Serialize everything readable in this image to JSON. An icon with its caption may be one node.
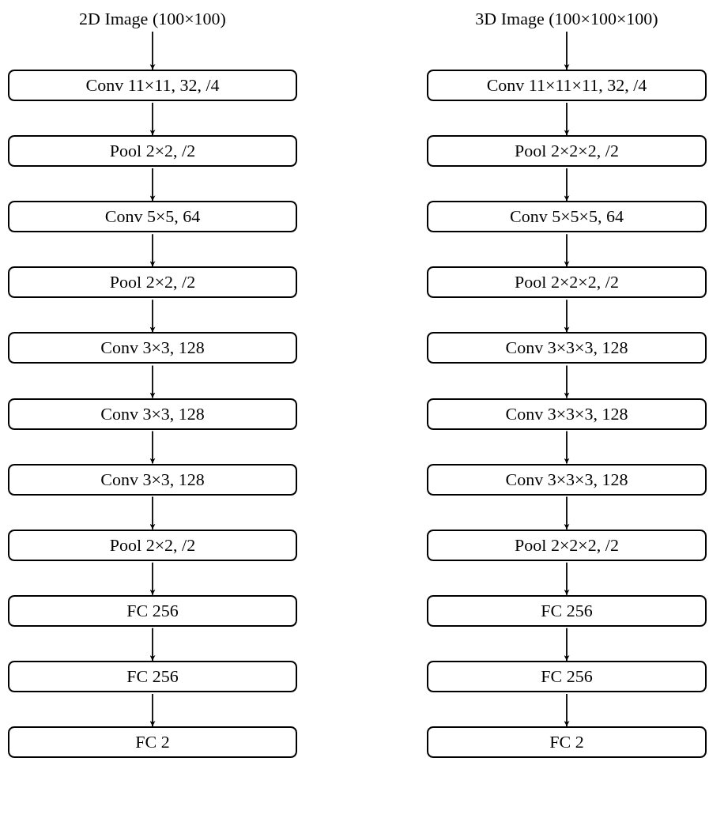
{
  "diagram": {
    "nodes": [
      {
        "text": [
          "2D Image (100×100)"
        ]
      },
      {
        "text": [
          "Conv 11×11, 32, /4"
        ]
      },
      {
        "text": [
          "Pool 2×2, /2"
        ]
      },
      {
        "text": [
          "Conv 5×5, 64"
        ]
      },
      {
        "text": [
          "Pool 2×2, /2"
        ]
      },
      {
        "text": [
          "Conv 3×3, 128"
        ]
      },
      {
        "text": [
          "Conv 3×3, 128"
        ]
      },
      {
        "text": [
          "Conv 3×3, 128"
        ]
      },
      {
        "text": [
          "Pool 2×2, /2"
        ]
      },
      {
        "text": [
          "FC 256"
        ]
      },
      {
        "text": [
          "FC 256"
        ]
      },
      {
        "text": [
          "FC 2"
        ]
      },
      {
        "text": [
          "3D Image (100×100×100)"
        ]
      },
      {
        "text": [
          "Conv 11×11×11, 32, /4"
        ]
      },
      {
        "text": [
          "Pool 2×2×2, /2"
        ]
      },
      {
        "text": [
          "Conv 5×5×5, 64"
        ]
      },
      {
        "text": [
          "Pool 2×2×2, /2"
        ]
      },
      {
        "text": [
          "Conv 3×3×3, 128"
        ]
      },
      {
        "text": [
          "Conv 3×3×3, 128"
        ]
      },
      {
        "text": [
          "Conv 3×3×3, 128"
        ]
      },
      {
        "text": [
          "Pool 2×2×2, /2"
        ]
      },
      {
        "text": [
          "FC 256"
        ]
      },
      {
        "text": [
          "FC 256"
        ]
      },
      {
        "text": [
          "FC 2"
        ]
      }
    ],
    "edges": [
      {
        "from": 0,
        "to": 1,
        "arrow": "to"
      },
      {
        "from": 1,
        "to": 2,
        "arrow": "to"
      },
      {
        "from": 2,
        "to": 3,
        "arrow": "to"
      },
      {
        "from": 3,
        "to": 4,
        "arrow": "to"
      },
      {
        "from": 4,
        "to": 5,
        "arrow": "to"
      },
      {
        "from": 5,
        "to": 6,
        "arrow": "to"
      },
      {
        "from": 6,
        "to": 7,
        "arrow": "to"
      },
      {
        "from": 7,
        "to": 8,
        "arrow": "to"
      },
      {
        "from": 8,
        "to": 9,
        "arrow": "to"
      },
      {
        "from": 9,
        "to": 10,
        "arrow": "to"
      },
      {
        "from": 10,
        "to": 11,
        "arrow": "to"
      },
      {
        "from": 12,
        "to": 13,
        "arrow": "to"
      },
      {
        "from": 13,
        "to": 14,
        "arrow": "to"
      },
      {
        "from": 14,
        "to": 15,
        "arrow": "to"
      },
      {
        "from": 15,
        "to": 16,
        "arrow": "to"
      },
      {
        "from": 16,
        "to": 17,
        "arrow": "to"
      },
      {
        "from": 17,
        "to": 18,
        "arrow": "to"
      },
      {
        "from": 18,
        "to": 19,
        "arrow": "to"
      },
      {
        "from": 19,
        "to": 20,
        "arrow": "to"
      },
      {
        "from": 20,
        "to": 21,
        "arrow": "to"
      },
      {
        "from": 21,
        "to": 22,
        "arrow": "to"
      },
      {
        "from": 22,
        "to": 23,
        "arrow": "to"
      }
    ]
  }
}
